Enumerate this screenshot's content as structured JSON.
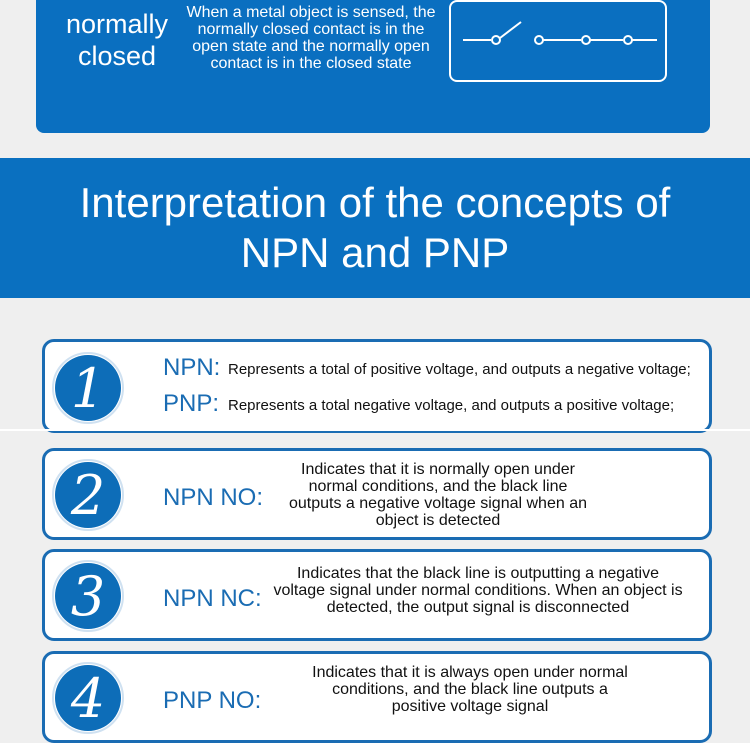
{
  "normally_closed": {
    "title": "normally closed",
    "description": "When a metal object is sensed, the normally closed contact is in the open state and the normally open contact is in the closed state"
  },
  "colors": {
    "primary_blue": "#0a6fc0",
    "label_blue": "#1a6cb3",
    "background": "#efefef"
  },
  "banner": {
    "title": "Interpretation of the concepts of NPN and PNP"
  },
  "cards": [
    {
      "number": "1",
      "lines": [
        {
          "label": "NPN:",
          "text": "Represents a total of positive voltage, and outputs a negative voltage;"
        },
        {
          "label": "PNP:",
          "text": "Represents a total negative voltage, and outputs a positive voltage;"
        }
      ]
    },
    {
      "number": "2",
      "label": "NPN NO:",
      "text": "Indicates that it is normally open under normal conditions, and the black line outputs a negative voltage signal when an object is detected"
    },
    {
      "number": "3",
      "label": "NPN NC:",
      "text": "Indicates that the black line is outputting a negative voltage signal under normal conditions. When an object is detected, the output signal is disconnected"
    },
    {
      "number": "4",
      "label": "PNP NO:",
      "text": "Indicates that it is always open under normal conditions, and the black line outputs a positive voltage signal"
    }
  ]
}
